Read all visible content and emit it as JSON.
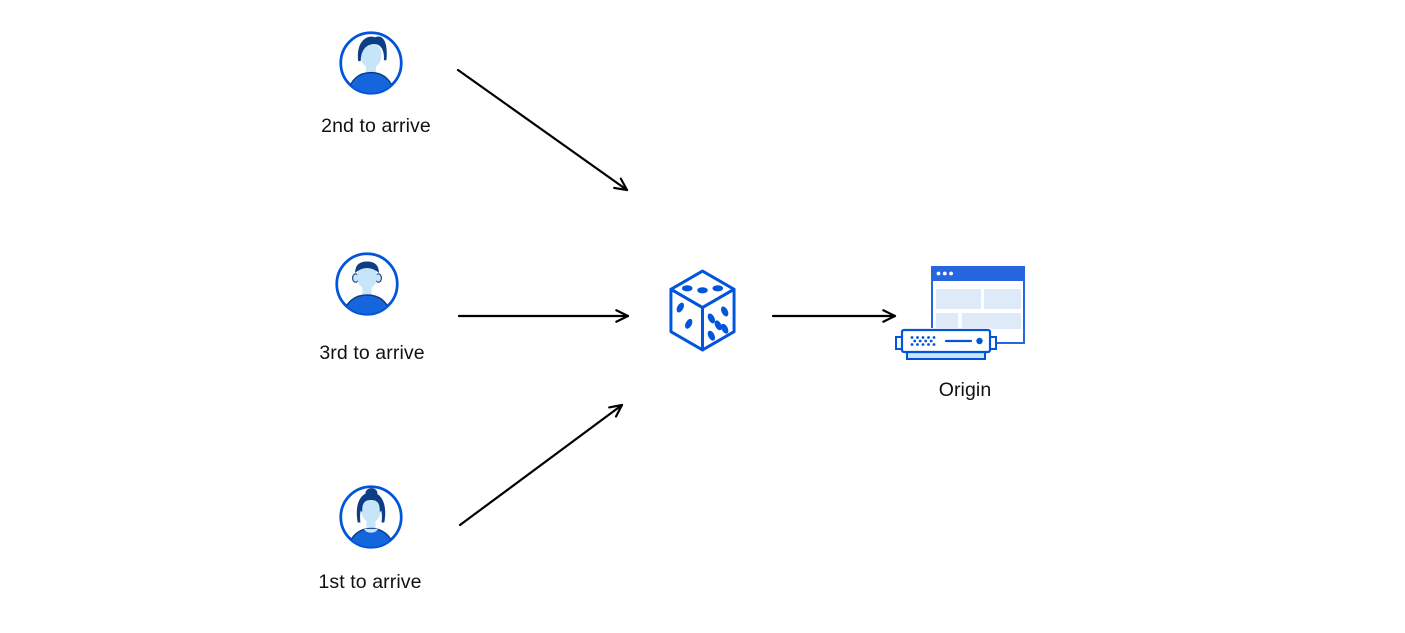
{
  "diagram": {
    "clients": [
      {
        "label": "2nd to arrive",
        "icon": "user-avatar-man-pompadour"
      },
      {
        "label": "3rd to arrive",
        "icon": "user-avatar-man-short-hair"
      },
      {
        "label": "1st to arrive",
        "icon": "user-avatar-woman-bun"
      }
    ],
    "router": {
      "icon": "dice"
    },
    "origin": {
      "label": "Origin",
      "icon": "origin-browser-and-server"
    },
    "connections": [
      {
        "from": "2nd to arrive",
        "to": "dice"
      },
      {
        "from": "3rd to arrive",
        "to": "dice"
      },
      {
        "from": "1st to arrive",
        "to": "dice"
      },
      {
        "from": "dice",
        "to": "Origin"
      }
    ],
    "colors": {
      "primary_blue": "#0055dc",
      "dark_blue": "#0d3d85",
      "shirt_blue": "#1565dd",
      "light_blue_face": "#c7e5f8",
      "panel_light_blue": "#dfeaf8",
      "server_base_blue": "#cde2f6",
      "titlebar_blue": "#2667e0",
      "arrow_black": "#000000",
      "text_black": "#111111"
    }
  }
}
